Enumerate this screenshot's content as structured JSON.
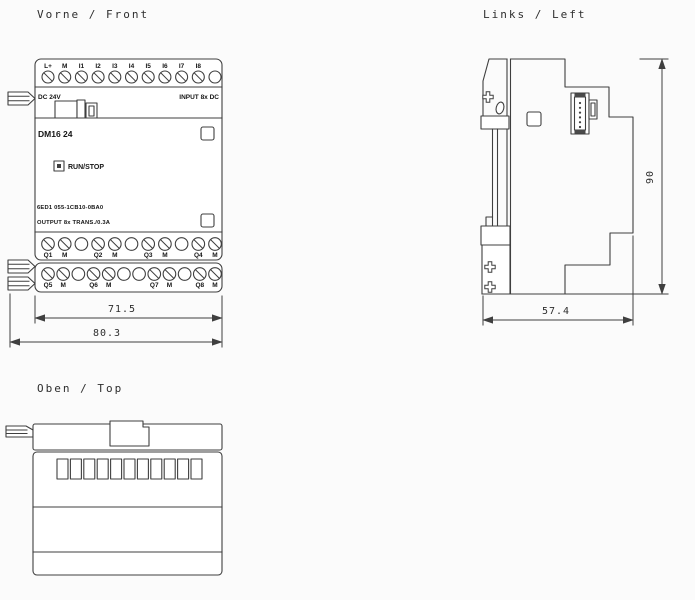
{
  "titles": {
    "front": "Vorne / Front",
    "left": "Links / Left",
    "top": "Oben / Top"
  },
  "front": {
    "power_label": "DC 24V",
    "input_type_label": "INPUT 8x DC",
    "model": "DM16 24",
    "led_label": "RUN/STOP",
    "order_number": "6ED1 055-1CB10-0BA0",
    "output_label": "OUTPUT 8x TRANS./0.3A",
    "input_terminals": [
      "L+",
      "M",
      "I1",
      "I2",
      "I3",
      "I4",
      "I5",
      "I6",
      "I7",
      "I8"
    ],
    "output_terminals_row1": [
      "Q1",
      "M",
      "Q2",
      "M",
      "Q3",
      "M",
      "Q4",
      "M"
    ],
    "output_terminals_row2": [
      "Q5",
      "M",
      "Q6",
      "M",
      "Q7",
      "M",
      "Q8",
      "M"
    ],
    "dims": {
      "inner_width": "71.5",
      "outer_width": "80.3"
    }
  },
  "left_view": {
    "dims": {
      "height": "90",
      "depth": "57.4"
    }
  },
  "colors": {
    "line": "#3f3f3f",
    "text": "#151515",
    "background": "#fbfbfb"
  }
}
